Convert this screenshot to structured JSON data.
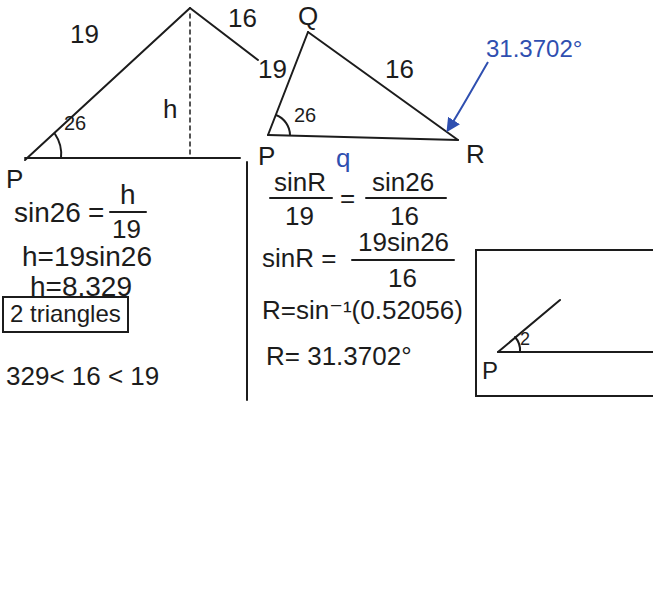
{
  "diagram": {
    "nodes": [
      {
        "text": [
          "2 triangles"
        ]
      }
    ],
    "labels": [
      "19",
      "16",
      "26",
      "h",
      "P",
      "sin26",
      "=",
      "h",
      "19",
      "h=19sin26",
      "h=8.329",
      "329< 16 < 19",
      "Q",
      "19",
      "16",
      "26",
      "P",
      "q",
      "R",
      "31.3702°",
      "sinR",
      "19",
      "=",
      "sin26",
      "16",
      "sinR =",
      "19sin26",
      "16",
      "R=sin⁻¹(0.52056)",
      "R= 31.3702°",
      "P",
      "2"
    ]
  }
}
